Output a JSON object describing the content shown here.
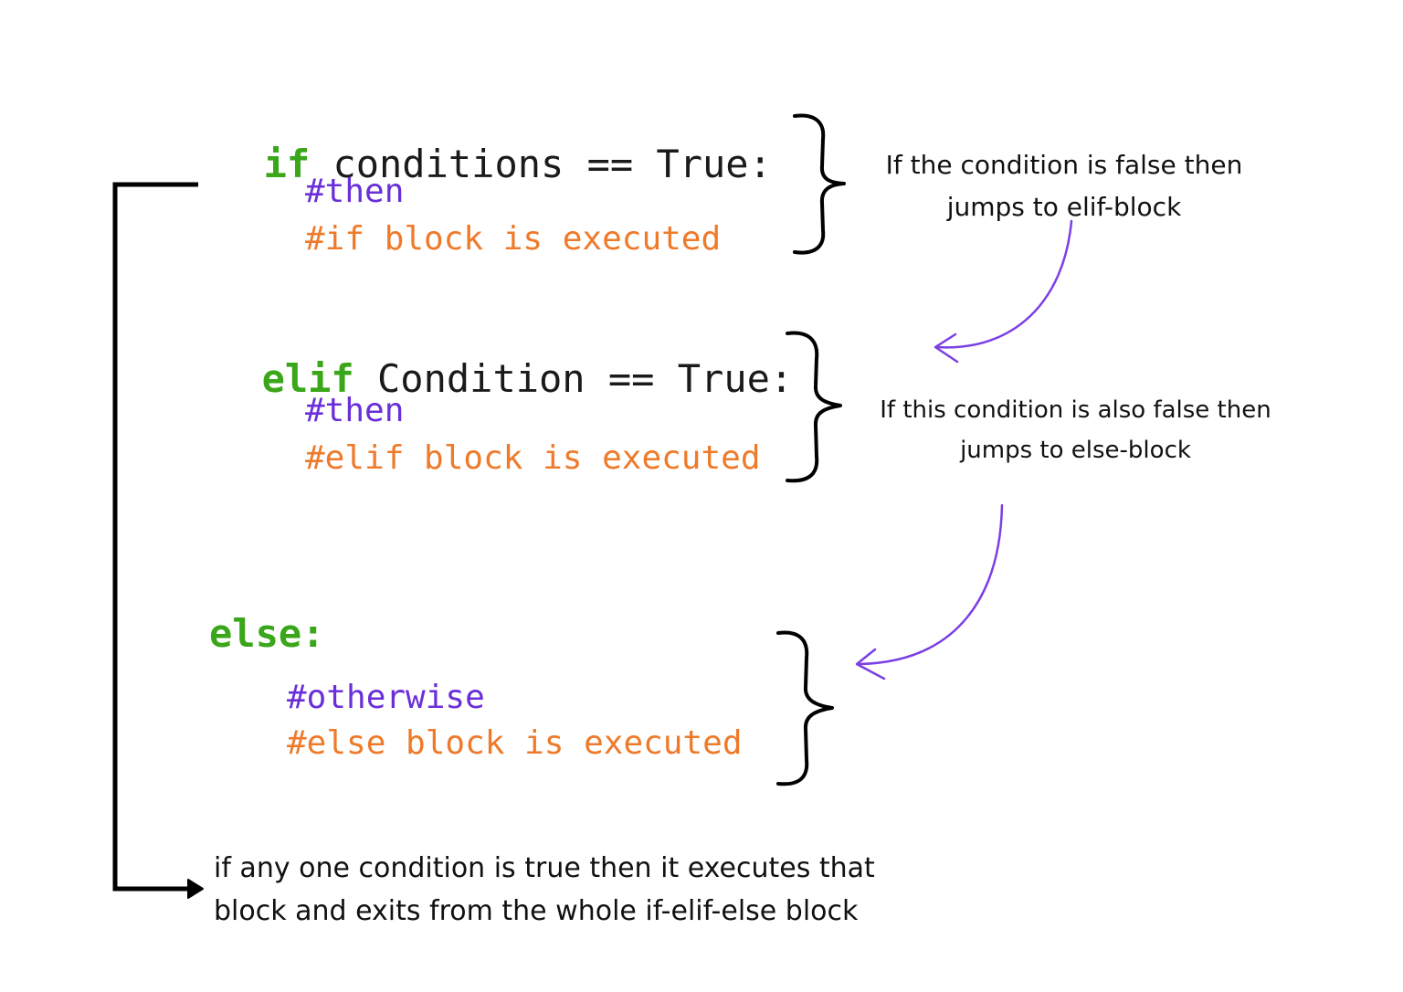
{
  "if_block": {
    "keyword": "if",
    "condition": " conditions == True:",
    "comment_then": "#then",
    "comment_exec": "#if block is executed",
    "note_line1": "If the condition is false then",
    "note_line2": "jumps to elif-block"
  },
  "elif_block": {
    "keyword": "elif",
    "condition": " Condition == True:",
    "comment_then": "#then",
    "comment_exec": "#elif block is executed",
    "note_line1": "If this condition is also false then",
    "note_line2": "jumps to else-block"
  },
  "else_block": {
    "keyword": "else:",
    "comment_then": "#otherwise",
    "comment_exec": "#else block is executed"
  },
  "footer": {
    "line1": "if any one condition is true then it executes that",
    "line2": "block and exits from the whole if-elif-else block"
  },
  "colors": {
    "keyword": "#3aa61a",
    "comment_then": "#6a2fd8",
    "comment_exec": "#ee7a2a",
    "arrow": "#7b3fe4",
    "bracket": "#000000"
  }
}
